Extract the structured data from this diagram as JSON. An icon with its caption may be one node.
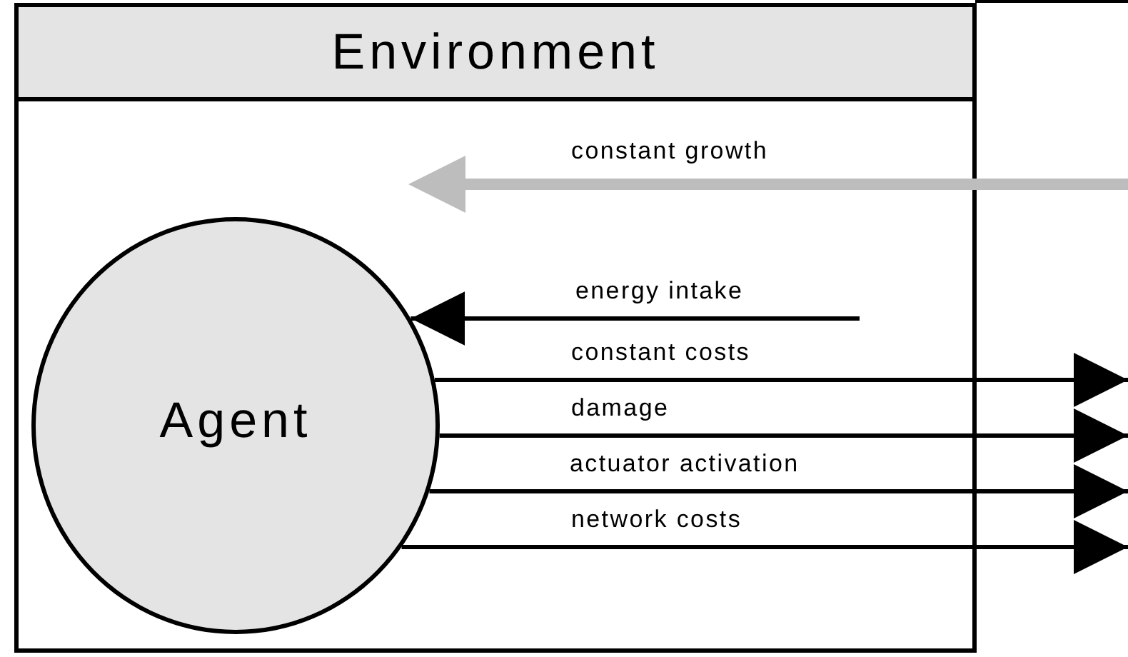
{
  "diagram": {
    "nodes": [
      {
        "text": [
          "Environment"
        ]
      },
      {
        "text": [
          "Agent"
        ],
        "in": 0
      }
    ],
    "edges": [
      {
        "from": null,
        "to": 1,
        "arrow": "to",
        "label": "energy intake"
      },
      {
        "from": 1,
        "to": null,
        "arrow": "to",
        "label": "constant costs"
      },
      {
        "from": 1,
        "to": null,
        "arrow": "to",
        "label": "damage"
      },
      {
        "from": 1,
        "to": null,
        "arrow": "to",
        "label": "actuator activation"
      },
      {
        "from": 1,
        "to": null,
        "arrow": "to",
        "label": "network costs"
      }
    ],
    "labels": [
      "constant growth"
    ]
  }
}
